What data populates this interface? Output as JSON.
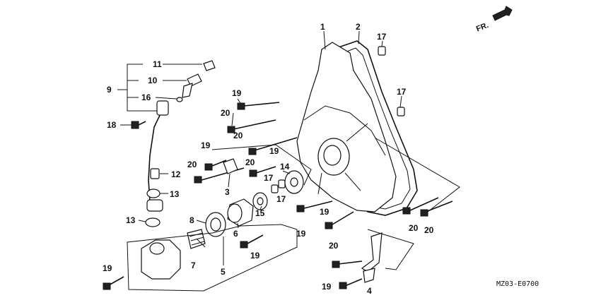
{
  "diagram_code": "MZ03-E0700",
  "direction_label": "FR.",
  "callouts": [
    {
      "id": "c1",
      "text": "1"
    },
    {
      "id": "c2",
      "text": "2"
    },
    {
      "id": "c17a",
      "text": "17"
    },
    {
      "id": "c17b",
      "text": "17"
    },
    {
      "id": "c11",
      "text": "11"
    },
    {
      "id": "c10",
      "text": "10"
    },
    {
      "id": "c9",
      "text": "9"
    },
    {
      "id": "c16",
      "text": "16"
    },
    {
      "id": "c19a",
      "text": "19"
    },
    {
      "id": "c20a",
      "text": "20"
    },
    {
      "id": "c20b",
      "text": "20"
    },
    {
      "id": "c18",
      "text": "18"
    },
    {
      "id": "c19b",
      "text": "19"
    },
    {
      "id": "c19c",
      "text": "19"
    },
    {
      "id": "c20c",
      "text": "20"
    },
    {
      "id": "c20d",
      "text": "20"
    },
    {
      "id": "c12",
      "text": "12"
    },
    {
      "id": "c3",
      "text": "3"
    },
    {
      "id": "c17c",
      "text": "17"
    },
    {
      "id": "c14",
      "text": "14"
    },
    {
      "id": "c17d",
      "text": "17"
    },
    {
      "id": "c13a",
      "text": "13"
    },
    {
      "id": "c15",
      "text": "15"
    },
    {
      "id": "c8",
      "text": "8"
    },
    {
      "id": "c6",
      "text": "6"
    },
    {
      "id": "c13b",
      "text": "13"
    },
    {
      "id": "c19d",
      "text": "19"
    },
    {
      "id": "c19e",
      "text": "19"
    },
    {
      "id": "c20e",
      "text": "20"
    },
    {
      "id": "c20f",
      "text": "20"
    },
    {
      "id": "c19f",
      "text": "19"
    },
    {
      "id": "c7",
      "text": "7"
    },
    {
      "id": "c5",
      "text": "5"
    },
    {
      "id": "c20g",
      "text": "20"
    },
    {
      "id": "c19g",
      "text": "19"
    },
    {
      "id": "c19h",
      "text": "19"
    },
    {
      "id": "c4",
      "text": "4"
    }
  ]
}
